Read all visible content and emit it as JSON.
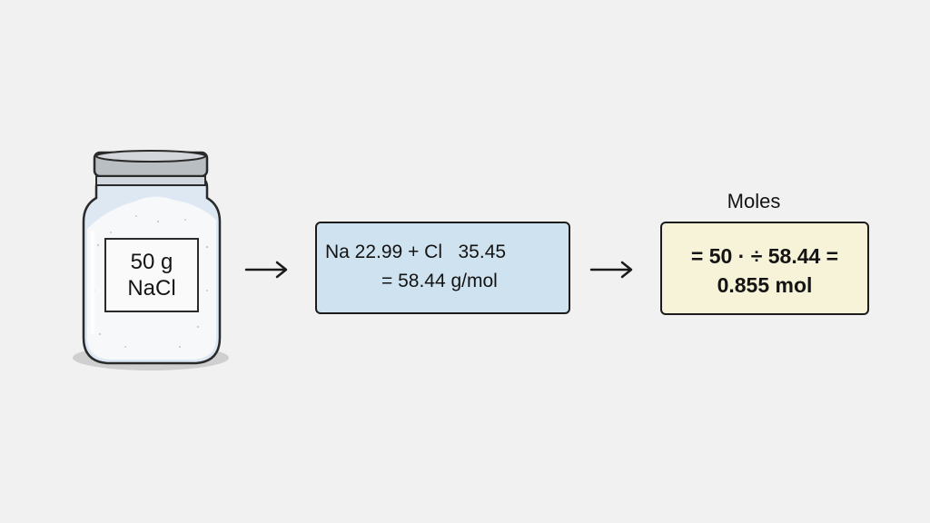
{
  "jar": {
    "label_line1": "50 g",
    "label_line2": "NaCl"
  },
  "molar_mass_box": {
    "line1": "Na 22.99 + Cl   35.45",
    "line2": "= 58.44 g/mol"
  },
  "moles_section": {
    "heading": "Moles",
    "line1": "= 50 · ÷ 58.44 =",
    "line2": "0.855 mol"
  },
  "colors": {
    "background": "#f1f1f1",
    "molar_box_fill": "#cfe2ef",
    "moles_box_fill": "#f7f3d8",
    "outline": "#1c1c1c"
  }
}
